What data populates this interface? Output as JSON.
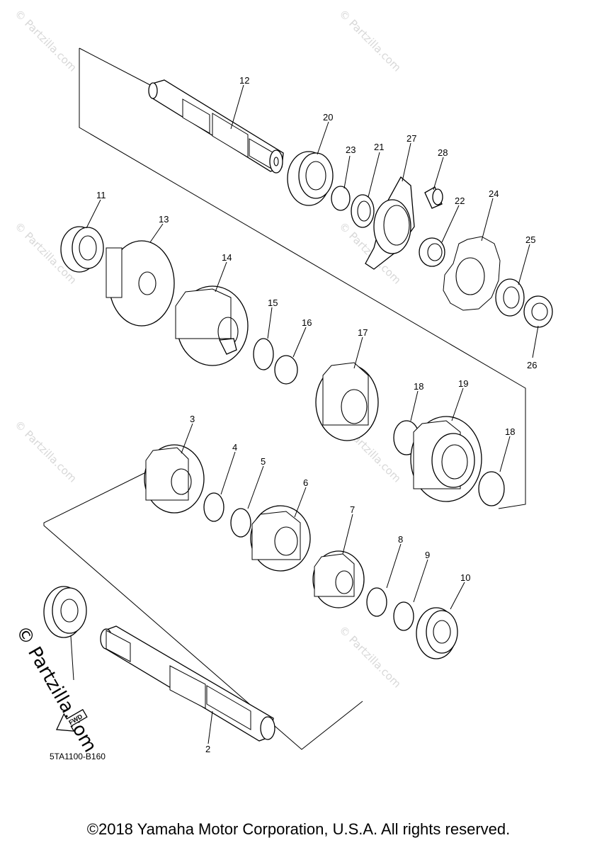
{
  "diagram_code": "5TA1100-B160",
  "fwd_label": "FWD",
  "watermark": "© Partzilla.com",
  "copyright": "©2018 Yamaha Motor Corporation, U.S.A. All rights reserved.",
  "callouts": {
    "c12": "12",
    "c20": "20",
    "c23": "23",
    "c21": "21",
    "c27": "27",
    "c28": "28",
    "c22": "22",
    "c24": "24",
    "c25": "25",
    "c26": "26",
    "c11": "11",
    "c13": "13",
    "c14": "14",
    "c15": "15",
    "c16": "16",
    "c17": "17",
    "c18a": "18",
    "c19": "19",
    "c18b": "18",
    "c3": "3",
    "c4": "4",
    "c5": "5",
    "c6": "6",
    "c7": "7",
    "c8": "8",
    "c9": "9",
    "c10": "10",
    "c2": "2"
  }
}
